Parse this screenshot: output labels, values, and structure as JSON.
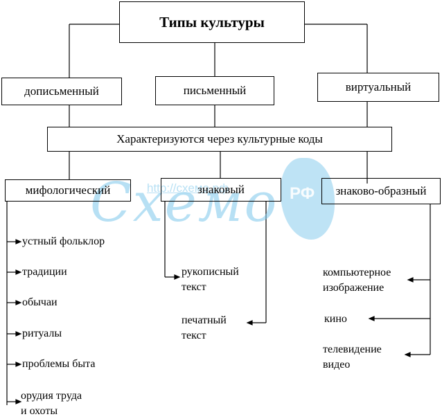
{
  "diagram": {
    "title": "Типы культуры",
    "types": [
      "дописьменный",
      "письменный",
      "виртуальный"
    ],
    "characteristic": "Характеризуются через культурные коды",
    "codes": [
      "мифологический",
      "знаковый",
      "знаково-образный"
    ],
    "mythological_items": [
      "устный фольклор",
      "традиции",
      "обычаи",
      "ритуалы",
      "проблемы быта",
      "орудия труда\nи охоты"
    ],
    "sign_items": [
      "рукописный\nтекст",
      "печатный\nтекст"
    ],
    "image_items": [
      "компьютерное\nизображение",
      "кино",
      "телевидение\nвидео"
    ]
  },
  "watermark": {
    "url": "http://схемо.рф",
    "logo_text": "Схемо",
    "logo_suffix": "РФ",
    "color": "#7ec8ec"
  }
}
